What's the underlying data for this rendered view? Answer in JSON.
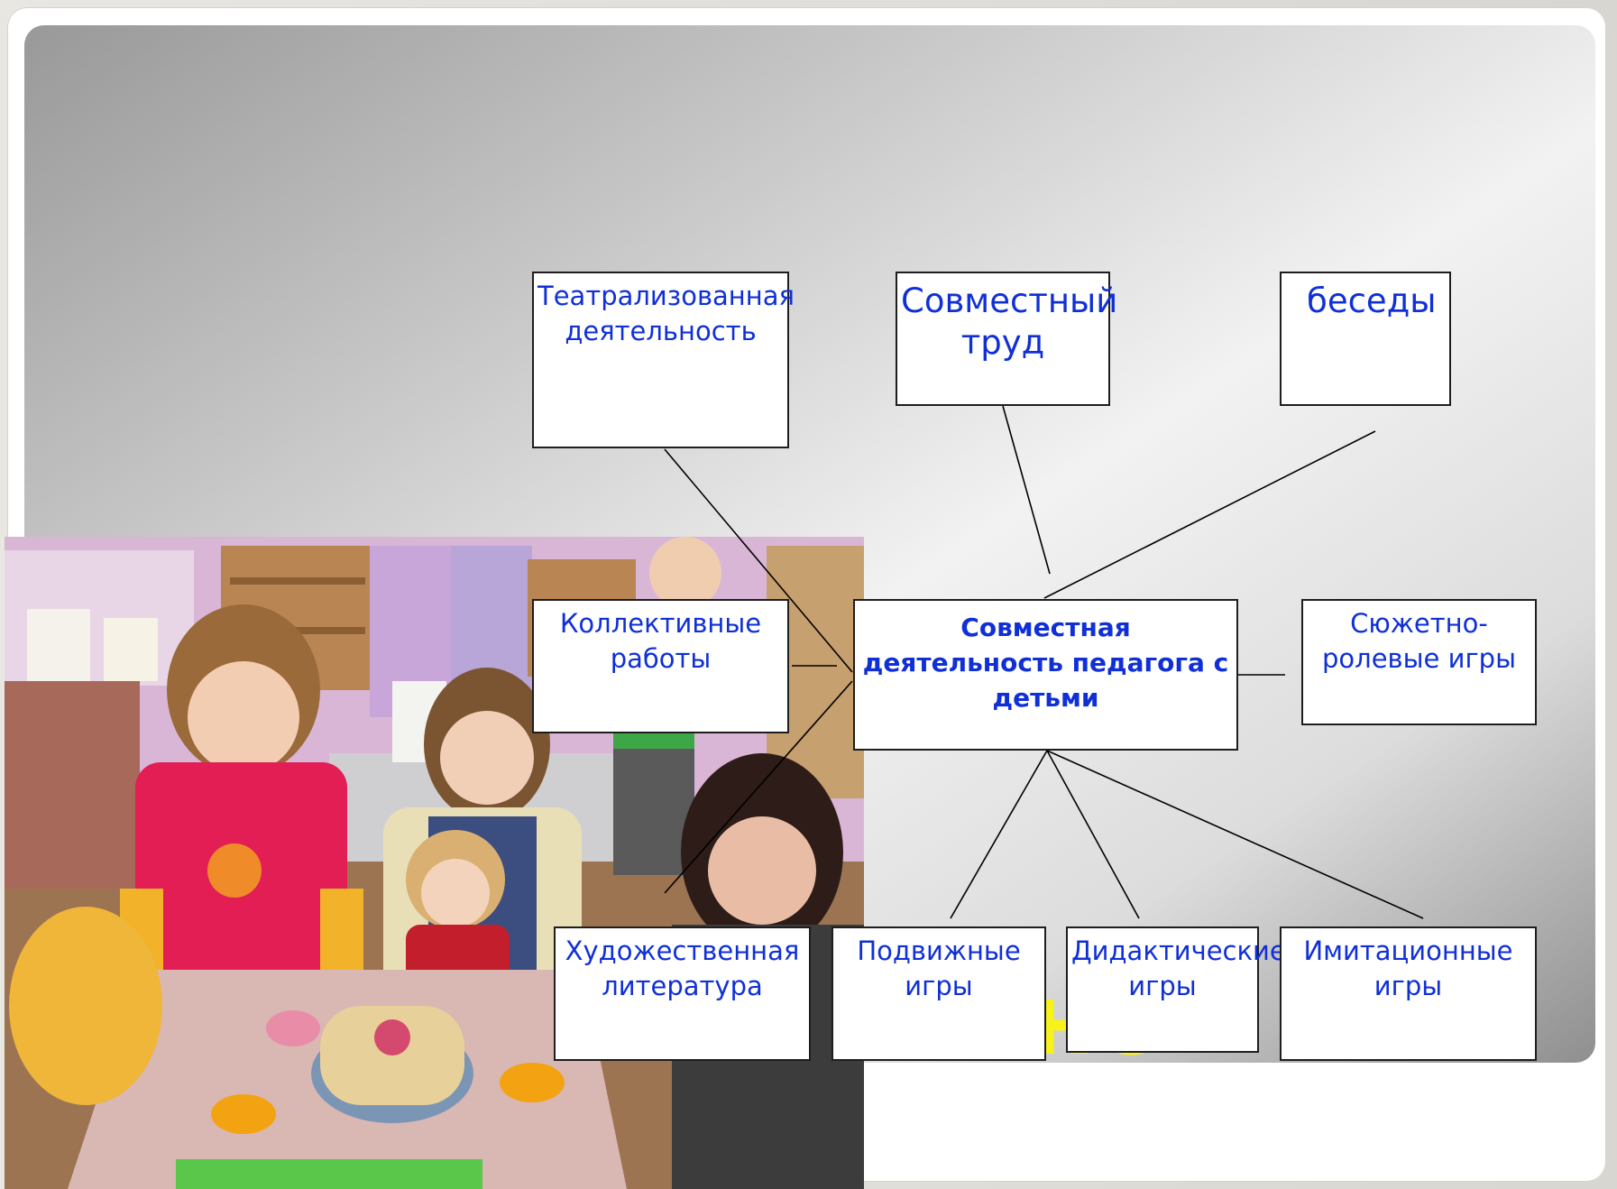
{
  "diagram": {
    "center": "Совместная деятельность педагога с детьми",
    "nodes": {
      "theatrical": "Театрализованная деятельность",
      "joint_labor": "Совместный труд",
      "conversations": "беседы",
      "collective_works": "Коллективные работы",
      "role_play": "Сюжетно-ролевые игры",
      "fiction": "Художественная литература",
      "outdoor_games": "Подвижные игры",
      "didactic_games": "Дидактические игры",
      "imitation_games": "Имитационные игры"
    }
  },
  "background_letters": "но",
  "colors": {
    "box_text": "#1030d6",
    "box_border": "#1e1e1e",
    "connector": "#000000",
    "letters": "#f7f21a"
  }
}
